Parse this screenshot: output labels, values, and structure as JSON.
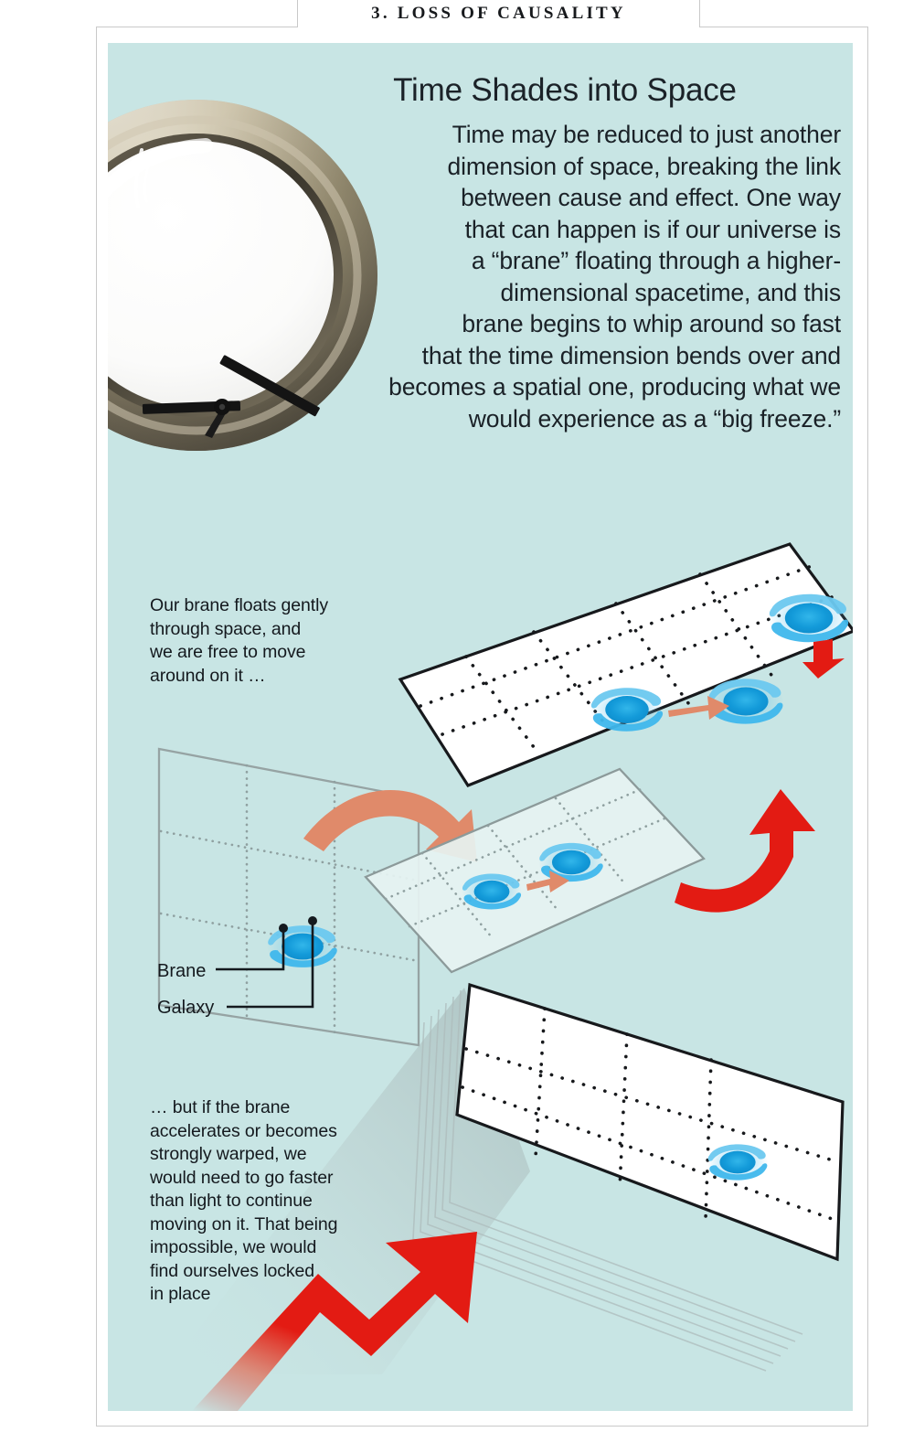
{
  "page": {
    "section_number_title": "3.  L O S S   O F   C A U S A L I T Y",
    "background_color": "#c8e5e4",
    "frame_color": "#c9c9c9"
  },
  "header": {
    "title": "3. LOSS OF CAUSALITY"
  },
  "headline": {
    "text": "Time Shades into Space"
  },
  "deck": {
    "lines": [
      "Time may be reduced to just another",
      "dimension of space, breaking the link",
      "between cause and effect. One way",
      "that can happen is if our universe is",
      "a “brane” floating through a higher-",
      "dimensional spacetime, and this",
      "brane begins to whip around so fast",
      "that the time dimension bends over and",
      "becomes a spatial one, producing what we",
      "would experience as a “big freeze.”"
    ],
    "full_text": "Time may be reduced to just another dimension of space, breaking the link between cause and effect. One way that can happen is if our universe is a “brane” floating through a higher-dimensional spacetime, and this brane begins to whip around so fast that the time dimension bends over and becomes a spatial one, producing what we would experience as a “big freeze.”"
  },
  "captions": {
    "top": {
      "lines": [
        "Our brane floats gently",
        "through space, and",
        "we are free to move",
        "around on it …"
      ],
      "full_text": "Our brane floats gently through space, and we are free to move around on it …"
    },
    "bottom": {
      "lines": [
        "… but if the brane",
        "accelerates or becomes",
        "strongly warped, we",
        "would need to go faster",
        "than light to continue",
        "moving on it. That being",
        "impossible, we would",
        "find ourselves locked",
        "in place"
      ],
      "full_text": "… but if the brane accelerates or becomes strongly warped, we would need to go faster than light to continue moving on it. That being impossible, we would find ourselves locked in place"
    }
  },
  "callouts": {
    "brane_label": "Brane",
    "galaxy_label": "Galaxy"
  },
  "colors": {
    "panel_teal": "#c8e5e4",
    "galaxy_blue": "#1a9fdc",
    "galaxy_blue_light": "#6cc8ef",
    "red_arrow": "#e31b13",
    "salmon_arrow": "#e08a6a",
    "brane_white": "#ffffff",
    "brane_outline": "#17191c",
    "ghost_outline": "#9aa5a5",
    "tinted_brane": "#e6f3f2",
    "text_dark": "#14191e",
    "clock_bezel": "#a89a7d"
  }
}
